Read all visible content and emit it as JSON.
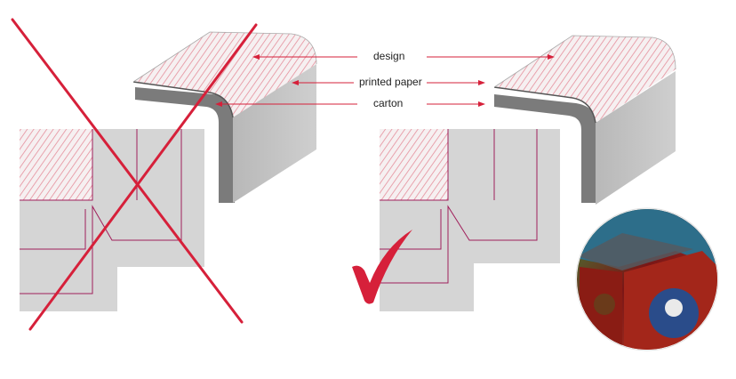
{
  "labels": {
    "design": "design",
    "printed_paper": "printed paper",
    "carton": "carton"
  },
  "colors": {
    "accent": "#d6203a",
    "pattern": "#e89aa6",
    "flat_gray": "#d4d4d4",
    "edge_line": "#a01e5a",
    "carton_top": "#e6e6e6",
    "carton_side": "#bdbdbd",
    "carton_front": "#7a7a7a"
  },
  "icons": {
    "wrong": "cross-mark-icon",
    "right": "check-mark-icon"
  }
}
